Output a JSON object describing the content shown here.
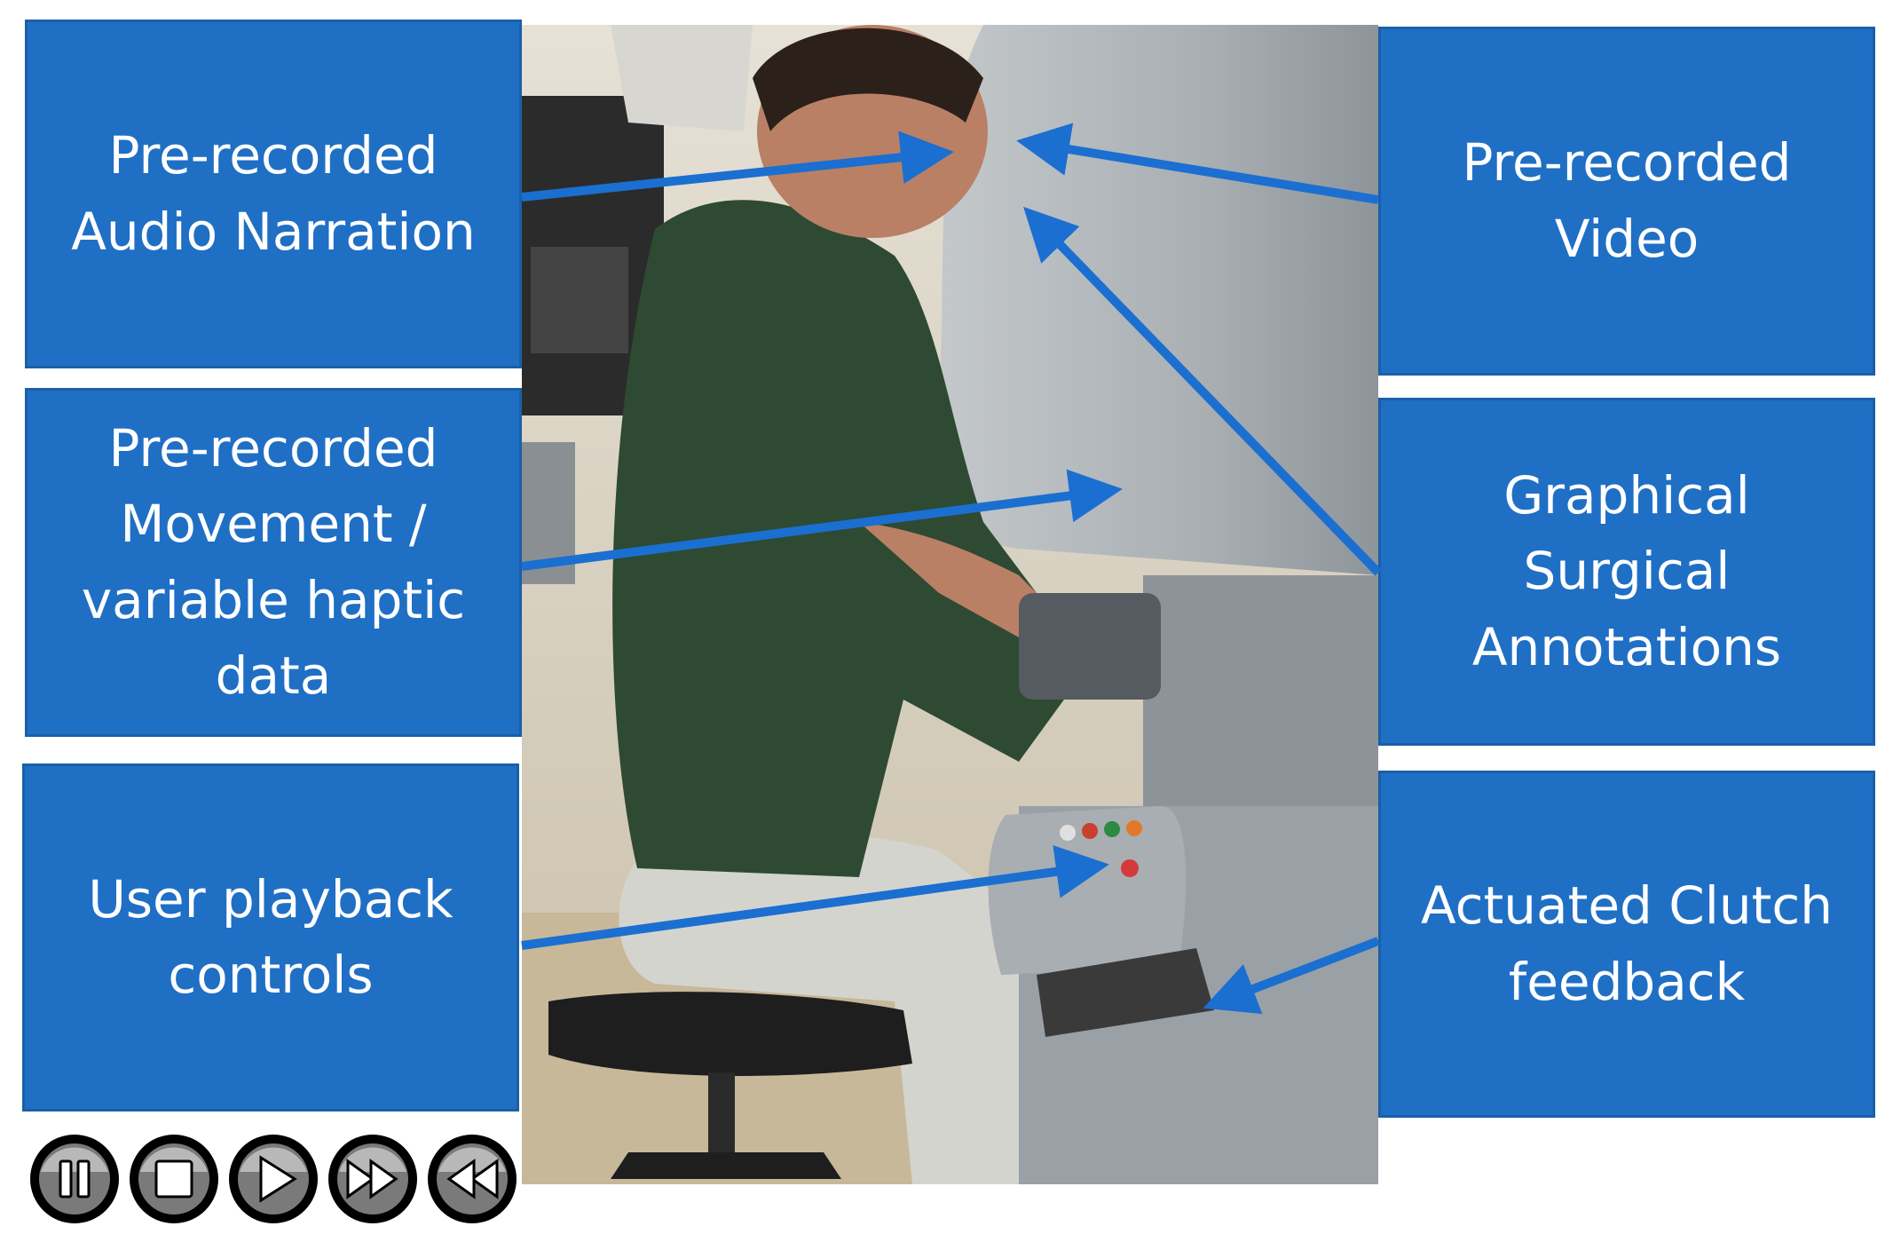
{
  "labels": {
    "audio_narration": "Pre-recorded\nAudio Narration",
    "movement_haptic": "Pre-recorded\nMovement /\nvariable haptic\ndata",
    "playback_controls": "User playback\ncontrols",
    "video": "Pre-recorded\nVideo",
    "surgical_annotations": "Graphical\nSurgical\nAnnotations",
    "clutch_feedback": "Actuated Clutch\nfeedback"
  },
  "controls": [
    {
      "name": "pause-button",
      "icon": "pause-icon"
    },
    {
      "name": "stop-button",
      "icon": "stop-icon"
    },
    {
      "name": "play-button",
      "icon": "play-icon"
    },
    {
      "name": "fast-forward-button",
      "icon": "fast-forward-icon"
    },
    {
      "name": "rewind-button",
      "icon": "rewind-icon"
    }
  ],
  "colors": {
    "label_box": "#1f6fc5",
    "arrow": "#1b6fd0",
    "control_ring": "#000000",
    "control_face": "#7a7a7a"
  }
}
